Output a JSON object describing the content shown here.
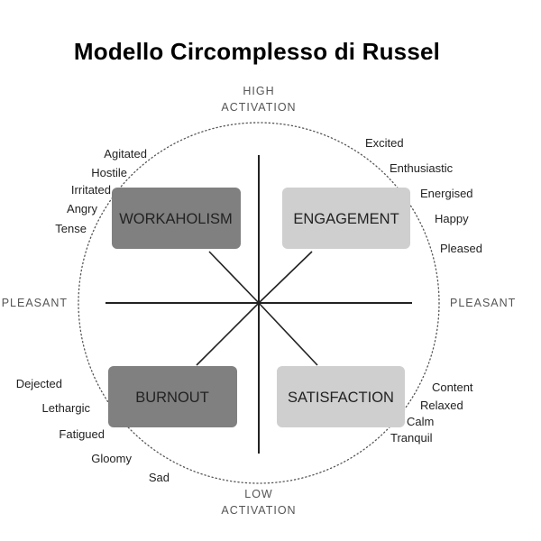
{
  "title": "Modello Circomplesso di Russel",
  "axes": {
    "top_line1": "HIGH",
    "top_line2": "ACTIVATION",
    "bottom_line1": "LOW",
    "bottom_line2": "ACTIVATION",
    "left": "UNPLEASANT",
    "right": "PLEASANT"
  },
  "quadrants": {
    "top_left": {
      "label": "WORKAHOLISM",
      "color": "#808080"
    },
    "top_right": {
      "label": "ENGAGEMENT",
      "color": "#cfcfcf"
    },
    "bottom_left": {
      "label": "BURNOUT",
      "color": "#808080"
    },
    "bottom_right": {
      "label": "SATISFACTION",
      "color": "#cfcfcf"
    }
  },
  "emotions": {
    "top_left": [
      "Agitated",
      "Hostile",
      "Irritated",
      "Angry",
      "Tense"
    ],
    "top_right": [
      "Excited",
      "Enthusiastic",
      "Energised",
      "Happy",
      "Pleased"
    ],
    "bottom_left": [
      "Dejected",
      "Lethargic",
      "Fatigued",
      "Gloomy",
      "Sad"
    ],
    "bottom_right": [
      "Content",
      "Relaxed",
      "Calm",
      "Tranquil"
    ]
  }
}
